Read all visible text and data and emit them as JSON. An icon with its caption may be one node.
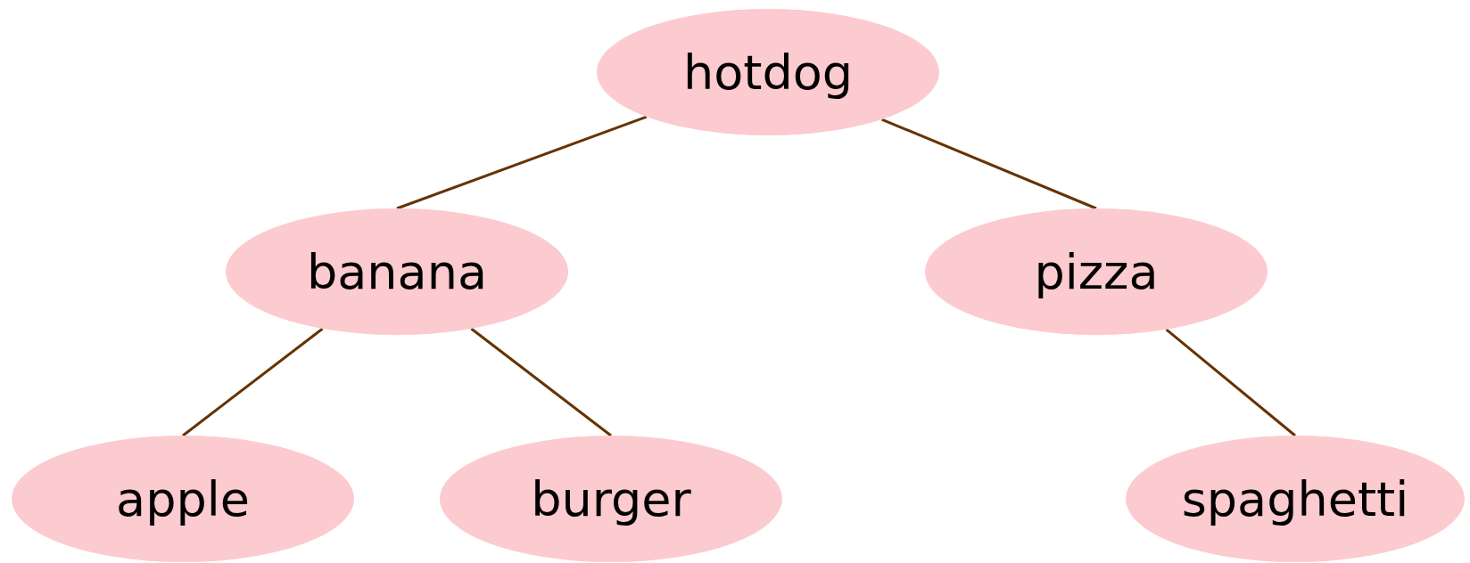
{
  "diagram": {
    "nodes": [
      {
        "text": [
          "hotdog"
        ]
      },
      {
        "text": [
          "banana"
        ]
      },
      {
        "text": [
          "pizza"
        ]
      },
      {
        "text": [
          "apple"
        ]
      },
      {
        "text": [
          "burger"
        ]
      },
      {
        "text": [
          "spaghetti"
        ]
      }
    ],
    "edges": [
      {
        "from": 0,
        "to": 1,
        "arrow": "none"
      },
      {
        "from": 0,
        "to": 2,
        "arrow": "none"
      },
      {
        "from": 1,
        "to": 3,
        "arrow": "none"
      },
      {
        "from": 1,
        "to": 4,
        "arrow": "none"
      },
      {
        "from": 2,
        "to": 5,
        "arrow": "none"
      }
    ]
  }
}
